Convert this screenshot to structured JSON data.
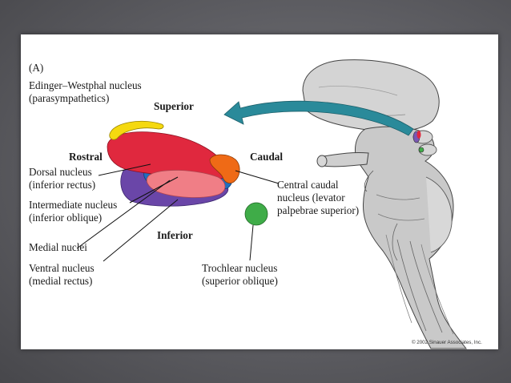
{
  "panel_label": "(A)",
  "labels": {
    "edinger_line1": "Edinger–Westphal nucleus",
    "edinger_line2": "(parasympathetics)",
    "superior": "Superior",
    "rostral": "Rostral",
    "caudal": "Caudal",
    "inferior": "Inferior",
    "dorsal_line1": "Dorsal nucleus",
    "dorsal_line2": "(inferior rectus)",
    "intermediate_line1": "Intermediate nucleus",
    "intermediate_line2": "(inferior oblique)",
    "medial": "Medial nuclei",
    "ventral_line1": "Ventral nucleus",
    "ventral_line2": "(medial rectus)",
    "central_line1": "Central caudal",
    "central_line2": "nucleus (levator",
    "central_line3": "palpebrae superior)",
    "trochlear_line1": "Trochlear nucleus",
    "trochlear_line2": "(superior oblique)"
  },
  "copyright": "© 2002 Sinauer Associates, Inc.",
  "colors": {
    "edinger_westphal": "#f5d90f",
    "dorsal": "#e0283e",
    "intermediate": "#f07e86",
    "medial": "#1f6fc0",
    "ventral": "#6a46a8",
    "central_caudal": "#ef6a16",
    "trochlear": "#3fac48",
    "arrow": "#2a8a9a"
  }
}
